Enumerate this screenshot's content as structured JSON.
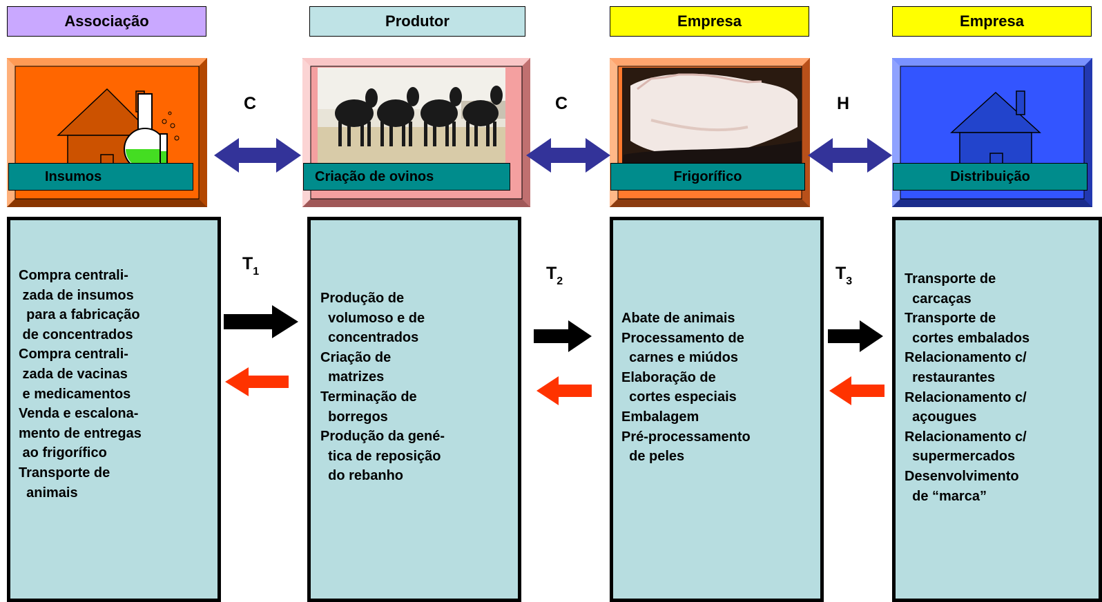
{
  "headers": [
    {
      "label": "Associação",
      "color": "#c9a8ff"
    },
    {
      "label": "Produtor",
      "color": "#bfe3e6"
    },
    {
      "label": "Empresa",
      "color": "#ffff00"
    },
    {
      "label": "Empresa",
      "color": "#ffff00"
    }
  ],
  "stages": [
    {
      "label": "Insumos",
      "frame_color": "#ff6600",
      "icon": "house-with-flask-icon"
    },
    {
      "label": "Criação de ovinos",
      "frame_color": "#f4a0a0",
      "icon": "sheep-photo"
    },
    {
      "label": "Frigorífico",
      "frame_color": "#ff7a2e",
      "icon": "carcass-photo"
    },
    {
      "label": "Distribuição",
      "frame_color": "#3355ff",
      "icon": "house-icon"
    }
  ],
  "connectors": [
    {
      "letter": "C",
      "t_base": "T",
      "t_sub": "1"
    },
    {
      "letter": "C",
      "t_base": "T",
      "t_sub": "2"
    },
    {
      "letter": "H",
      "t_base": "T",
      "t_sub": "3"
    }
  ],
  "panels": [
    {
      "items": [
        "Compra centrali-",
        " zada de insumos",
        "  para a fabricação",
        " de concentrados",
        "Compra centrali-",
        " zada de vacinas",
        " e medicamentos",
        "Venda e escalona-",
        "mento de entregas",
        " ao frigorífico",
        "Transporte de",
        "  animais"
      ]
    },
    {
      "items": [
        "Produção de",
        "  volumoso e de",
        "  concentrados",
        "Criação de",
        "  matrizes",
        "Terminação de",
        "  borregos",
        "Produção da gené-",
        "  tica de reposição",
        "  do rebanho"
      ]
    },
    {
      "items": [
        "Abate de animais",
        "Processamento de",
        "  carnes e miúdos",
        "Elaboração de",
        "  cortes especiais",
        "Embalagem",
        "Pré-processamento",
        "  de peles"
      ]
    },
    {
      "items": [
        "Transporte de",
        "  carcaças",
        "Transporte de",
        "  cortes embalados",
        "Relacionamento c/",
        "  restaurantes",
        "Relacionamento c/",
        "  açougues",
        "Relacionamento c/",
        "  supermercados",
        "Desenvolvimento",
        "  de “marca”"
      ]
    }
  ],
  "colors": {
    "panel": "#b7dde0",
    "bar": "#008c8c",
    "double_arrow": "#333399",
    "forward_arrow": "#000000",
    "back_arrow": "#ff3300"
  }
}
